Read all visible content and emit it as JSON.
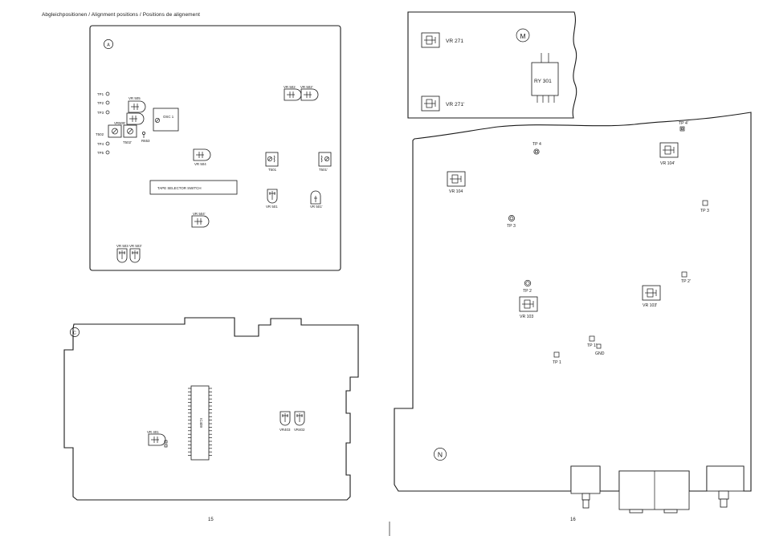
{
  "header": {
    "title": "Abgleichpositionen / Alignment positions / Positions de alignement"
  },
  "pages": {
    "left": "15",
    "right": "16"
  },
  "boards": {
    "A": {
      "marker": "A",
      "tp_labels": [
        "TP1",
        "TP2",
        "TP3",
        "TP4",
        "TP5"
      ],
      "vr505": "VR 505",
      "vr505p": "VR505'",
      "osc": "OSC 1",
      "t502": "T502",
      "t502p": "T502'",
      "r653": "R653",
      "vr502": "VR 502",
      "vr502p": "VR 502'",
      "vr504": "VR 504",
      "t501": "T501",
      "t501p": "T501'",
      "switch": "TAPE SELECTOR SWITCH",
      "vr501": "VR 501",
      "vr501p": "VR 501'",
      "vr504p": "VR 504'",
      "vr503": "VR 503",
      "vr503p": "VR 503'"
    },
    "C": {
      "marker": "C",
      "vr401": "VR 401",
      "ic": "IC409",
      "vr403": "VR403",
      "vr402": "VR402"
    },
    "M": {
      "marker": "M",
      "vr271": "VR 271",
      "vr271p": "VR 271'",
      "relay": "RY 301"
    },
    "N": {
      "marker": "N",
      "tp4": "TP 4",
      "tp4p": "TP 4'",
      "vr104": "VR 104",
      "vr104p": "VR 104'",
      "tp3": "TP 3",
      "tp3p": "TP 3",
      "tp2": "TP 2",
      "tp2p": "TP 2'",
      "vr103": "VR 103",
      "vr103p": "VR 103'",
      "tp1": "TP 1",
      "tp1p": "TP 1'",
      "gnd": "GND"
    }
  },
  "icons": {
    "trimmer": "trimmer-potentiometer-icon",
    "test_point": "test-point-icon",
    "coil": "adjustable-coil-icon"
  }
}
